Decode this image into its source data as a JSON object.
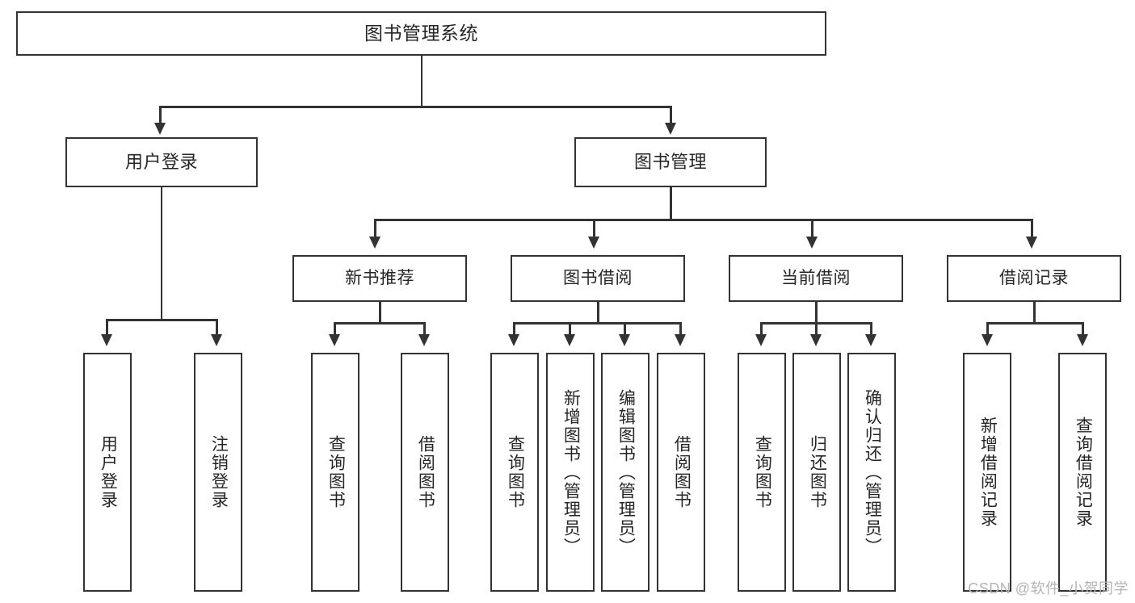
{
  "diagram": {
    "type": "tree",
    "title": "图书管理系统",
    "root": {
      "id": "root",
      "label": "图书管理系统"
    },
    "level1": [
      {
        "id": "user-login",
        "label": "用户登录"
      },
      {
        "id": "book-manage",
        "label": "图书管理"
      }
    ],
    "level2": [
      {
        "id": "new-book-rec",
        "label": "新书推荐",
        "parent": "book-manage"
      },
      {
        "id": "book-borrow",
        "label": "图书借阅",
        "parent": "book-manage"
      },
      {
        "id": "current-borrow",
        "label": "当前借阅",
        "parent": "book-manage"
      },
      {
        "id": "borrow-record",
        "label": "借阅记录",
        "parent": "book-manage"
      }
    ],
    "leaves": [
      {
        "id": "leaf-user-login",
        "label": "用户登录",
        "parent": "user-login"
      },
      {
        "id": "leaf-logout-login",
        "label": "注销登录",
        "parent": "user-login"
      },
      {
        "id": "leaf-query-book-1",
        "label": "查询图书",
        "parent": "new-book-rec"
      },
      {
        "id": "leaf-borrow-book-1",
        "label": "借阅图书",
        "parent": "new-book-rec"
      },
      {
        "id": "leaf-query-book-2",
        "label": "查询图书",
        "parent": "book-borrow"
      },
      {
        "id": "leaf-add-book",
        "label": "新增图书（管理员）",
        "parent": "book-borrow"
      },
      {
        "id": "leaf-edit-book",
        "label": "编辑图书（管理员）",
        "parent": "book-borrow"
      },
      {
        "id": "leaf-borrow-book-2",
        "label": "借阅图书",
        "parent": "book-borrow"
      },
      {
        "id": "leaf-query-book-3",
        "label": "查询图书",
        "parent": "current-borrow"
      },
      {
        "id": "leaf-return-book",
        "label": "归还图书",
        "parent": "current-borrow"
      },
      {
        "id": "leaf-confirm-return",
        "label": "确认归还（管理员）",
        "parent": "current-borrow"
      },
      {
        "id": "leaf-add-record",
        "label": "新增借阅记录",
        "parent": "borrow-record"
      },
      {
        "id": "leaf-query-record",
        "label": "查询借阅记录",
        "parent": "borrow-record"
      }
    ],
    "colors": {
      "stroke": "#333333",
      "fill": "#ffffff",
      "text": "#262626",
      "watermark": "#b4b4b4"
    }
  },
  "watermark": {
    "text": "CSDN @软件_小贺同学"
  }
}
